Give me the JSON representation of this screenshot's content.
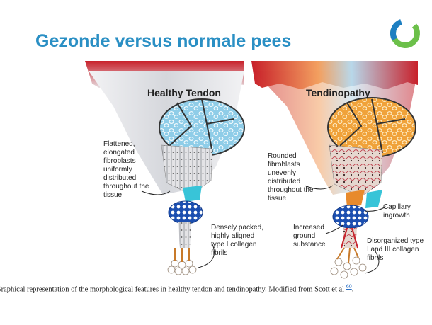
{
  "slide": {
    "title": "Gezonde versus normale pees",
    "logo_icon": "circular-logo-icon",
    "colors": {
      "title": "#2a8fc4",
      "logo_green": "#6cc04a",
      "logo_blue": "#1d7fc1"
    }
  },
  "figure": {
    "healthy_title": "Healthy Tendon",
    "tendinopathy_title": "Tendinopathy",
    "healthy_labels": {
      "fibroblasts": [
        "Flattened,",
        "elongated",
        "fibroblasts",
        "uniformly",
        "distributed",
        "throughout the",
        "tissue"
      ],
      "collagen": [
        "Densely packed,",
        "highly aligned",
        "type I collagen",
        "fibrils"
      ]
    },
    "tendinopathy_labels": {
      "fibroblasts": [
        "Rounded",
        "fibroblasts",
        "unevenly",
        "distributed",
        "throughout the",
        "tissue"
      ],
      "capillary": [
        "Capillary",
        "ingrowth"
      ],
      "ground": [
        "Increased",
        "ground",
        "substance"
      ],
      "collagen": [
        "Disorganized type",
        "I and III collagen",
        "fibrils"
      ]
    }
  },
  "caption": {
    "prefix": "Graphical representation of the morphological features in healthy tendon and tendinopathy. Modified from Scott et al ",
    "ref": "60",
    "suffix": "."
  }
}
